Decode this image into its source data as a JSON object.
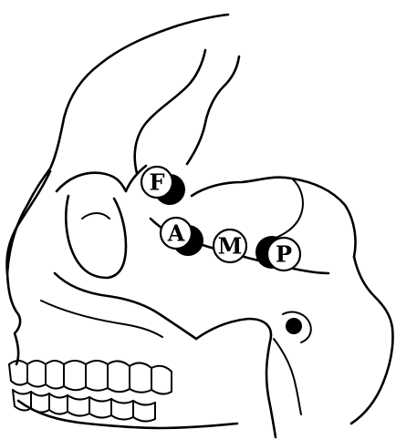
{
  "markers": [
    {
      "id": "F",
      "label": "F"
    },
    {
      "id": "A",
      "label": "A"
    },
    {
      "id": "M",
      "label": "M"
    },
    {
      "id": "P",
      "label": "P"
    }
  ]
}
